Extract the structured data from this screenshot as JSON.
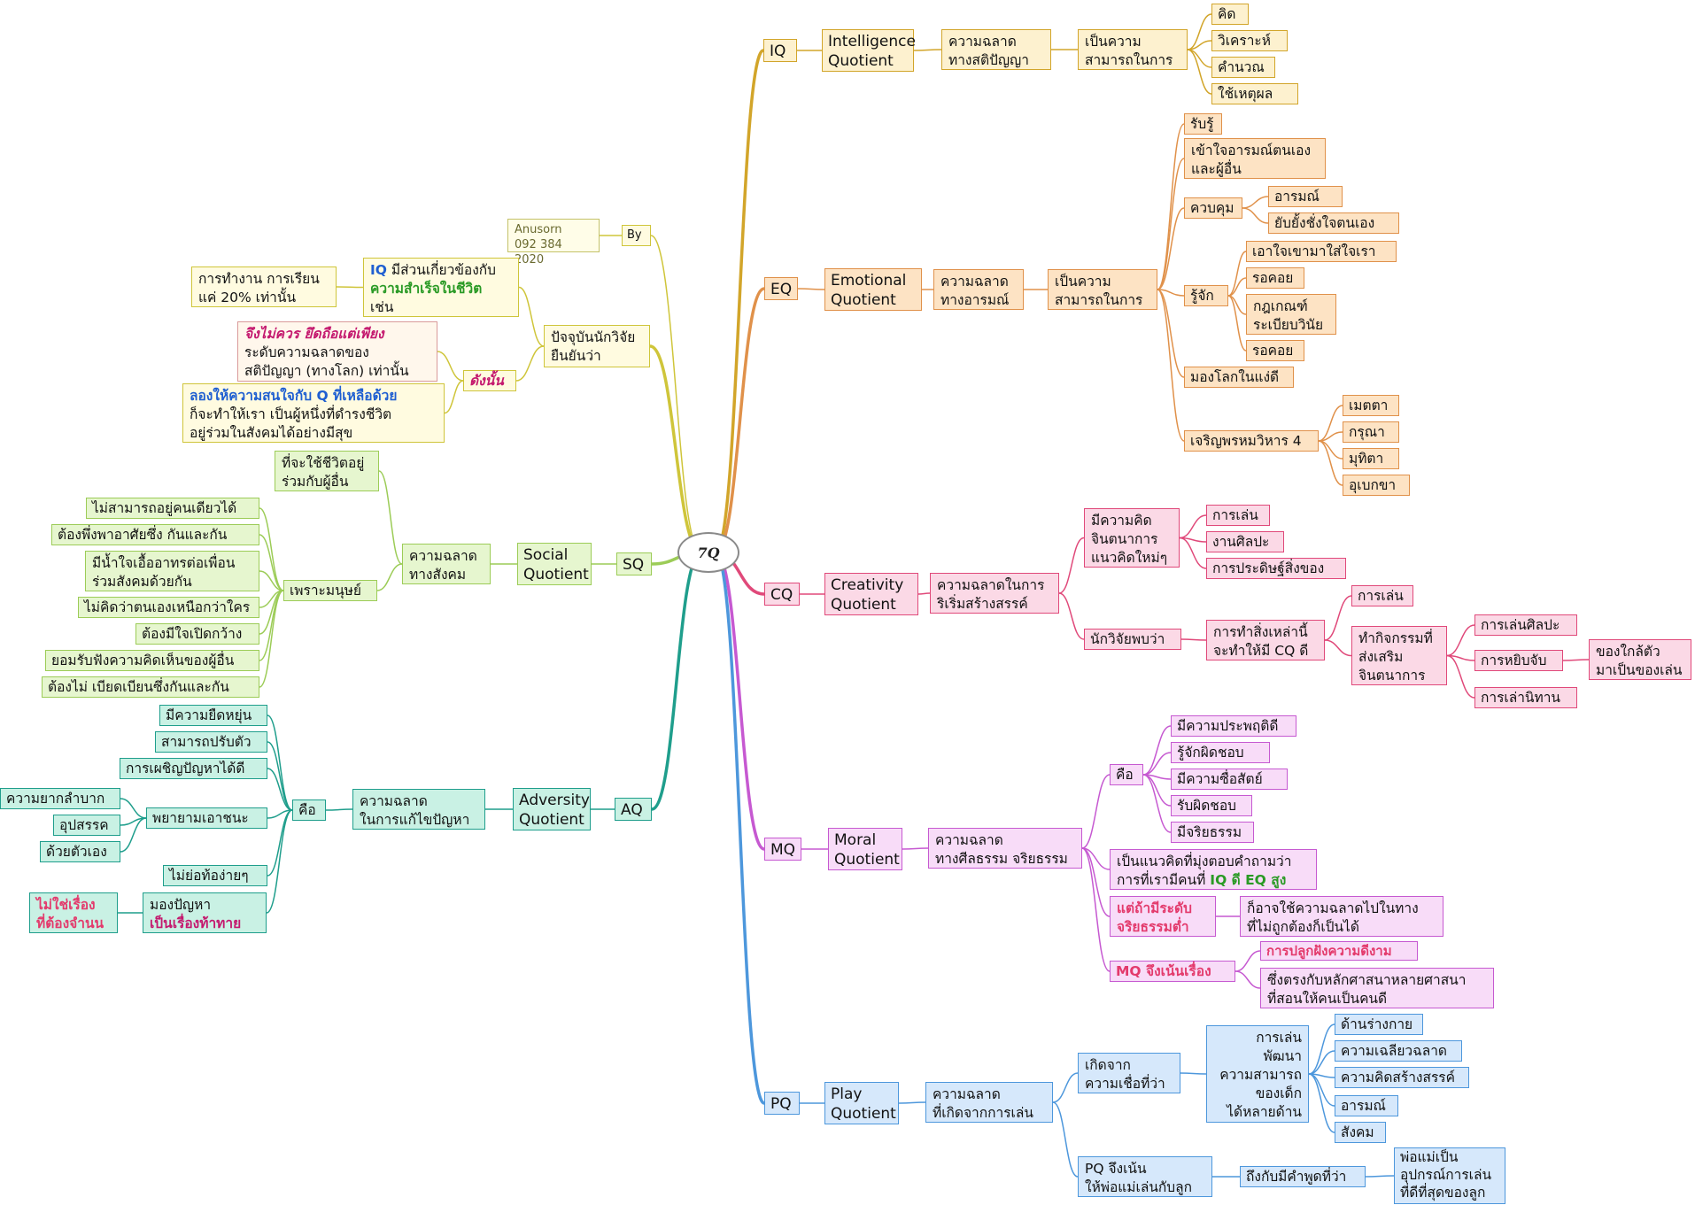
{
  "root": "7Q",
  "author": {
    "name": "Anusorn",
    "phone": "092 384 2020",
    "by": "By"
  },
  "research": {
    "label": "ปัจจุบันนักวิจัย\nยืนยันว่า",
    "iq_claim": {
      "iq": "IQ",
      "mid": " มีส่วนเกี่ยวข้องกับ",
      "success": "ความสำเร็จในชีวิต",
      "tail": "เช่น"
    },
    "work_study": "การทำงาน การเรียน\nแค่ 20% เท่านั้น",
    "therefore": "ดังนั้น",
    "dont_rely": {
      "emph": "จึงไม่ควร ยึดถือแต่เพียง",
      "rest": "ระดับความฉลาดของ\nสติปัญญา (ทางโลก) เท่านั้น"
    },
    "try_other": {
      "emph": "ลองให้ความสนใจกับ Q ที่เหลือด้วย",
      "rest": "ก็จะทำให้เรา เป็นผู้หนึ่งที่ดำรงชีวิต\nอยู่ร่วมในสังคมได้อย่างมีสุข"
    }
  },
  "iq": {
    "code": "IQ",
    "name": "Intelligence\nQuotient",
    "meaning": "ความฉลาด\nทางสติปัญญา",
    "ability": "เป็นความ\nสามารถในการ",
    "items": [
      "คิด",
      "วิเคราะห์",
      "คำนวณ",
      "ใช้เหตุผล"
    ]
  },
  "eq": {
    "code": "EQ",
    "name": "Emotional\nQuotient",
    "meaning": "ความฉลาด\nทางอารมณ์",
    "ability": "เป็นความ\nสามารถในการ",
    "perceive": "รับรู้",
    "understand": "เข้าใจอารมณ์ตนเอง\nและผู้อื่น",
    "control": "ควบคุม",
    "control_items": [
      "อารมณ์",
      "ยับยั้งชั่งใจตนเอง"
    ],
    "know": "รู้จัก",
    "know_items": [
      "เอาใจเขามาใส่ใจเรา",
      "รอคอย",
      "กฎเกณฑ์\nระเบียบวินัย",
      "รอคอย"
    ],
    "positive": "มองโลกในแง่ดี",
    "brahma": "เจริญพรหมวิหาร 4",
    "brahma_items": [
      "เมตตา",
      "กรุณา",
      "มุทิตา",
      "อุเบกขา"
    ]
  },
  "cq": {
    "code": "CQ",
    "name": "Creativity\nQuotient",
    "meaning": "ความฉลาดในการ\nริเริ่มสร้างสรรค์",
    "imagination": "มีความคิด\nจินตนาการ\nแนวคิดใหม่ๆ",
    "imagination_items": [
      "การเล่น",
      "งานศิลปะ",
      "การประดิษฐ์สิ่งของ"
    ],
    "found": "นักวิจัยพบว่า",
    "doing": "การทำสิ่งเหล่านี้\nจะทำให้มี CQ ดี",
    "play": "การเล่น",
    "activities": "ทำกิจกรรมที่\nส่งเสริม\nจินตนาการ",
    "activity_items": [
      "การเล่นศิลปะ",
      "การหยิบจับ",
      "การเล่านิทาน"
    ],
    "nearby": "ของใกล้ตัว\nมาเป็นของเล่น"
  },
  "mq": {
    "code": "MQ",
    "name": "Moral\nQuotient",
    "meaning": "ความฉลาด\nทางศีลธรรม จริยธรรม",
    "is": "คือ",
    "is_items": [
      "มีความประพฤติดี",
      "รู้จักผิดชอบ",
      "มีความซื่อสัตย์",
      "รับผิดชอบ",
      "มีจริยธรรม"
    ],
    "concept": "เป็นแนวคิดที่มุ่งตอบคำถามว่า\nการที่เรามีคนที่",
    "concept_emph": "IQ ดี EQ สูง",
    "low": "แต่ถ้ามีระดับ\nจริยธรรมต่ำ",
    "misuse": "ก็อาจใช้ความฉลาดไปในทาง\nที่ไม่ถูกต้องก็เป็นได้",
    "focus": "MQ จึงเน้นเรื่อง",
    "cultivate": "การปลูกฝังความดีงาม",
    "religion": "ซึ่งตรงกับหลักศาสนาหลายศาสนา\nที่สอนให้คนเป็นคนดี"
  },
  "pq": {
    "code": "PQ",
    "name": "Play\nQuotient",
    "meaning": "ความฉลาด\nที่เกิดจากการเล่น",
    "origin": "เกิดจาก\nความเชื่อที่ว่า",
    "develop": "การเล่น\nพัฒนา\nความสามารถ\nของเด็ก\nได้หลายด้าน",
    "develop_items": [
      "ด้านร่างกาย",
      "ความเฉลียวฉลาด",
      "ความคิดสร้างสรรค์",
      "อารมณ์",
      "สังคม"
    ],
    "parents": "PQ จึงเน้น\nให้พ่อแม่เล่นกับลูก",
    "saying": "ถึงกับมีคำพูดที่ว่า",
    "toy": "พ่อแม่เป็น\nอุปกรณ์การเล่น\nที่ดีที่สุดของลูก"
  },
  "sq": {
    "code": "SQ",
    "name": "Social\nQuotient",
    "meaning": "ความฉลาด\nทางสังคม",
    "live_with": "ที่จะใช้ชีวิตอยู่\nร่วมกับผู้อื่น",
    "because": "เพราะมนุษย์",
    "because_items": [
      "ไม่สามารถอยู่คนเดียวได้",
      "ต้องพึ่งพาอาศัยซึ่ง กันและกัน",
      "มีน้ำใจเอื้ออาทรต่อเพื่อน\nร่วมสังคมด้วยกัน",
      "ไม่คิดว่าตนเองเหนือกว่าใคร",
      "ต้องมีใจเปิดกว้าง",
      "ยอมรับฟังความคิดเห็นของผู้อื่น",
      "ต้องไม่ เบียดเบียนซึ่งกันและกัน"
    ]
  },
  "aq": {
    "code": "AQ",
    "name": "Adversity\nQuotient",
    "meaning": "ความฉลาด\nในการแก้ไขปัญหา",
    "is": "คือ",
    "flex": "มีความยืดหยุ่น",
    "adapt": "สามารถปรับตัว",
    "face": "การเผชิญปัญหาได้ดี",
    "persevere": "พยายามเอาชนะ",
    "persevere_items": [
      "ความยากลำบาก",
      "อุปสรรค",
      "ด้วยตัวเอง"
    ],
    "no_give": "ไม่ย่อท้อง่ายๆ",
    "see": "มองปัญหา",
    "challenge": "เป็นเรื่องท้าทาย",
    "not_surrender": "ไม่ใช่เรื่อง\nที่ต้องจำนน"
  },
  "colors": {
    "iq": "#d2a52a",
    "eq": "#e0914a",
    "cq": "#e0497a",
    "mq": "#c659d1",
    "pq": "#4d97dc",
    "sq": "#9ccc57",
    "aq": "#1f9e8c",
    "research": "#cfc53a"
  }
}
